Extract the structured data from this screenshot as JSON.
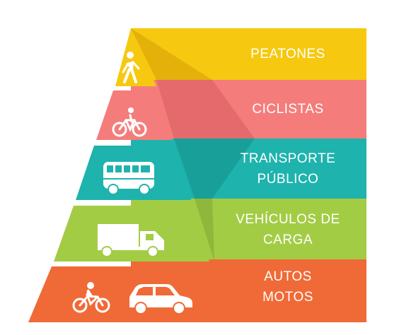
{
  "diagram": {
    "levels": [
      {
        "id": "peatones",
        "label_lines": [
          "PEATONES"
        ],
        "color": "#F6C910",
        "icons": [
          "pedestrian-icon"
        ]
      },
      {
        "id": "ciclistas",
        "label_lines": [
          "CICLISTAS"
        ],
        "color": "#F47D7B",
        "icons": [
          "bicycle-icon"
        ]
      },
      {
        "id": "transporte-publico",
        "label_lines": [
          "TRANSPORTE",
          "PÚBLICO"
        ],
        "color": "#1FB3AE",
        "icons": [
          "bus-icon"
        ]
      },
      {
        "id": "vehiculos-de-carga",
        "label_lines": [
          "VEHÍCULOS DE",
          "CARGA"
        ],
        "color": "#A3CC45",
        "icons": [
          "truck-icon"
        ]
      },
      {
        "id": "autos-motos",
        "label_lines": [
          "AUTOS",
          "MOTOS"
        ],
        "color": "#F06A37",
        "icons": [
          "motorcycle-icon",
          "car-icon"
        ]
      }
    ]
  }
}
